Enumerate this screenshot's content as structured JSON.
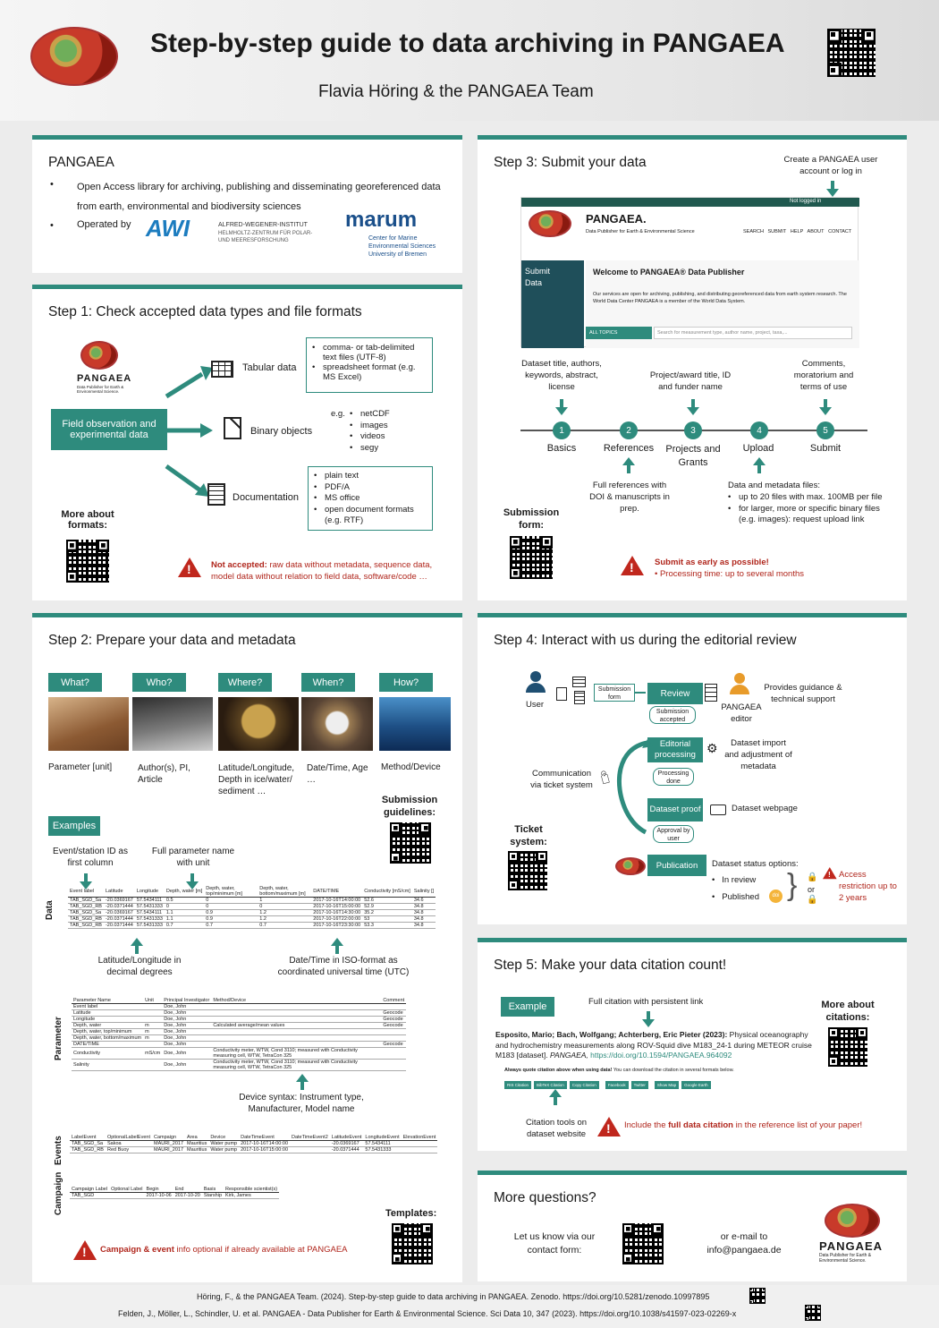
{
  "header": {
    "title": "Step-by-step guide to data archiving in PANGAEA",
    "authors": "Flavia Höring & the PANGAEA Team"
  },
  "pangaea": {
    "title": "PANGAEA",
    "bullet1": "Open Access library  for archiving, publishing and disseminating georeferenced data from earth, environmental and biodiversity sciences",
    "bullet2": "Operated by",
    "awi_name": "ALFRED-WEGENER-INSTITUT",
    "awi_sub1": "HELMHOLTZ-ZENTRUM FÜR POLAR-",
    "awi_sub2": "UND MEERESFORSCHUNG",
    "marum_name": "marum",
    "marum_sub1": "Center for Marine",
    "marum_sub2": "Environmental Sciences",
    "marum_sub3": "University of Bremen"
  },
  "step1": {
    "title": "Step 1: Check accepted data types and file formats",
    "logo_name": "PANGAEA",
    "logo_sub": "Data Publisher for Earth & Environmental Science.",
    "field_box": "Field observation and experimental data",
    "tabular": "Tabular data",
    "tabular_items": [
      "comma- or tab-delimited text files (UTF-8)",
      "spreadsheet format (e.g. MS Excel)"
    ],
    "binary": "Binary objects",
    "binary_eg": "e.g.",
    "binary_items": [
      "netCDF",
      "images",
      "videos",
      "segy"
    ],
    "documentation": "Documentation",
    "doc_items": [
      "plain text",
      "PDF/A",
      "MS office",
      "open document formats (e.g. RTF)"
    ],
    "more_formats": "More about formats:",
    "not_accepted_label": "Not accepted:",
    "not_accepted_text": " raw data without metadata, sequence data, model data without relation to field data, software/code …"
  },
  "step2": {
    "title": "Step 2: Prepare your data and metadata",
    "cats": [
      {
        "label": "What?",
        "desc": "Parameter [unit]"
      },
      {
        "label": "Who?",
        "desc": "Author(s), PI, Article"
      },
      {
        "label": "Where?",
        "desc": "Latitude/Longitude, Depth in ice/water/ sediment …"
      },
      {
        "label": "When?",
        "desc": "Date/Time, Age …"
      },
      {
        "label": "How?",
        "desc": "Method/Device"
      }
    ],
    "submission_guidelines": "Submission guidelines:",
    "examples": "Examples",
    "event_note": "Event/station ID as first column",
    "param_note": "Full parameter name with unit",
    "latlon_note": "Latitude/Longitude in decimal degrees",
    "datetime_note": "Date/Time in ISO-format as coordinated universal time (UTC)",
    "device_note": "Device syntax: Instrument type, Manufacturer, Model name",
    "label_data": "Data",
    "label_parameter": "Parameter",
    "label_events": "Events",
    "label_campaign": "Campaign",
    "templates": "Templates:",
    "campaign_warn_bold": "Campaign & event",
    "campaign_warn_text": " info optional if already available at PANGAEA",
    "data_table": {
      "headers": [
        "Event label",
        "Latitude",
        "Longitude",
        "Depth, water [m]",
        "Depth, water, top/minimum [m]",
        "Depth, water, bottom/maximum [m]",
        "DATE/TIME",
        "Conductivity [mS/cm]",
        "Salinity []"
      ],
      "rows": [
        [
          "TAB_SGD_Sa",
          "-20.0369167",
          "57.5434111",
          "0.5",
          "0",
          "1",
          "2017-10-16T14:00:00",
          "52.6",
          "34.6"
        ],
        [
          "TAB_SGD_RB",
          "-20.0371444",
          "57.5431333",
          "0",
          "0",
          "0",
          "2017-10-16T15:00:00",
          "52.9",
          "34.8"
        ],
        [
          "TAB_SGD_Sa",
          "-20.0369167",
          "57.5434111",
          "1.1",
          "0.9",
          "1.2",
          "2017-10-16T14:30:00",
          "35.2",
          "34.8"
        ],
        [
          "TAB_SGD_RB",
          "-20.0371444",
          "57.5431333",
          "1.1",
          "0.9",
          "1.2",
          "2017-10-16T22:00:00",
          "53",
          "34.8"
        ],
        [
          "TAB_SGD_RB",
          "-20.0371444",
          "57.5431333",
          "0.7",
          "0.7",
          "0.7",
          "2017-10-16T23:30:00",
          "53.3",
          "34.8"
        ]
      ]
    },
    "param_table": {
      "headers": [
        "Parameter Name",
        "Unit",
        "Principal Investigator",
        "Method/Device",
        "Comment"
      ],
      "rows": [
        [
          "Event label",
          "",
          "Doe, John",
          "",
          ""
        ],
        [
          "Latitude",
          "",
          "Doe, John",
          "",
          "Geocode"
        ],
        [
          "Longitude",
          "",
          "Doe, John",
          "",
          "Geocode"
        ],
        [
          "Depth, water",
          "m",
          "Doe, John",
          "Calculated average/mean values",
          "Geocode"
        ],
        [
          "Depth, water, top/minimum",
          "m",
          "Doe, John",
          "",
          ""
        ],
        [
          "Depth, water, bottom/maximum",
          "m",
          "Doe, John",
          "",
          ""
        ],
        [
          "DATE/TIME",
          "",
          "Doe, John",
          "",
          "Geocode"
        ],
        [
          "Conductivity",
          "mS/cm",
          "Doe, John",
          "Conductivity meter, WTW, Cond 3110; measured with Conductivity measuring cell, WTW, TetraCon 325",
          ""
        ],
        [
          "Salinity",
          "",
          "Doe, John",
          "Conductivity meter, WTW, Cond 3110; measured with Conductivity measuring cell, WTW, TetraCon 325",
          ""
        ]
      ]
    },
    "events_table": {
      "headers": [
        "LabelEvent",
        "OptionalLabelEvent",
        "Campaign",
        "Area",
        "Device",
        "DateTimeEvent",
        "DateTimeEvent2",
        "LatitudeEvent",
        "LongitudeEvent",
        "ElevationEvent"
      ],
      "rows": [
        [
          "TAB_SGD_Sa",
          "Sakoa",
          "MAURI_2017",
          "Mauritius",
          "Water pump",
          "2017-10-16T14:00:00",
          "",
          "-20.0369167",
          "57.5434111",
          ""
        ],
        [
          "TAB_SGD_RB",
          "Red Buoy",
          "MAURI_2017",
          "Mauritius",
          "Water pump",
          "2017-10-16T15:00:00",
          "",
          "-20.0371444",
          "57.5431333",
          ""
        ]
      ]
    },
    "campaign_table": {
      "headers": [
        "Campaign Label",
        "Optional Label",
        "Begin",
        "End",
        "Basis",
        "Responsible scientist(s)"
      ],
      "rows": [
        [
          "TAB_SGD",
          "",
          "2017-10-06",
          "2017-10-20",
          "Starship",
          "Kirk, James"
        ]
      ]
    }
  },
  "step3": {
    "title": "Step 3: Submit your data",
    "create_account": "Create a PANGAEA user account or log in",
    "web_not_logged": "Not logged in",
    "web_brand": "PANGAEA.",
    "web_brand_sub": "Data Publisher for Earth & Environmental Science",
    "web_nav": [
      "SEARCH",
      "SUBMIT",
      "HELP",
      "ABOUT",
      "CONTACT"
    ],
    "web_submit": "Submit Data",
    "web_welcome": "Welcome to PANGAEA® Data Publisher",
    "web_text": "Our services are open for archiving, publishing, and distributing georeferenced data from earth system research. The World Data Center PANGAEA is a member of the World Data System.",
    "web_topics": "ALL TOPICS",
    "web_search_ph": "Search for measurement type, author name, project, taxa,...",
    "above_labels": [
      "Dataset title, authors, keywords, abstract, license",
      "Project/award title, ID and funder name",
      "Comments, moratorium and terms of use"
    ],
    "steps": [
      {
        "num": "1",
        "label": "Basics"
      },
      {
        "num": "2",
        "label": "References"
      },
      {
        "num": "3",
        "label": "Projects and Grants"
      },
      {
        "num": "4",
        "label": "Upload"
      },
      {
        "num": "5",
        "label": "Submit"
      }
    ],
    "refs_note": "Full references with DOI & manuscripts in prep.",
    "upload_note_title": "Data and metadata files:",
    "upload_notes": [
      "up to 20 files with max. 100MB per file",
      "for larger, more or specific binary files (e.g. images): request upload link"
    ],
    "submission_form": "Submission form:",
    "early_bold": "Submit as early as possible!",
    "processing": "Processing time: up to several months"
  },
  "step4": {
    "title": "Step 4: Interact with us during the editorial review",
    "user": "User",
    "submission_form": "Submission form",
    "review": "Review",
    "submission_accepted": "Submission accepted",
    "editor": "PANGAEA editor",
    "guidance": "Provides guidance & technical support",
    "editorial": "Editorial processing",
    "dataset_import": "Dataset import and adjustment of metadata",
    "communication": "Communication via ticket system",
    "processing_done": "Processing done",
    "dataset_proof": "Dataset proof",
    "dataset_webpage": "Dataset webpage",
    "approval": "Approval by user",
    "ticket_system": "Ticket system:",
    "publication": "Publication",
    "status_title": "Dataset status options:",
    "in_review": "In review",
    "published": "Published",
    "or": "or",
    "access_restriction": "Access restriction up to 2 years"
  },
  "step5": {
    "title": "Step 5: Make your data citation count!",
    "example": "Example",
    "full_citation": "Full citation with persistent link",
    "more_citations": "More about citations:",
    "citation_authors": "Esposito, Mario; Bach, Wolfgang; Achterberg, Eric Pieter (2023):",
    "citation_body": " Physical oceanography and hydrochemistry measurements along ROV-Squid dive M183_24-1 during METEOR cruise M183 [dataset]. ",
    "citation_journal": "PANGAEA,",
    "citation_doi": "https://doi.org/10.1594/PANGAEA.964092",
    "quote_note_bold": "Always quote citation above when using data!",
    "quote_note": " You can download the citation in several formats below.",
    "tool_buttons": [
      "RIS Citation",
      "BibTeX Citation",
      "Copy Citation",
      "Facebook",
      "Twitter",
      "Show Map",
      "Google Earth"
    ],
    "tools_note": "Citation tools on dataset website",
    "include_pre": "Include the ",
    "include_bold": "full data citation",
    "include_post": " in the reference list of your paper!"
  },
  "questions": {
    "title": "More questions?",
    "contact": "Let us know via our contact form:",
    "email": "or e-mail to info@pangaea.de",
    "logo_name": "PANGAEA",
    "logo_sub": "Data Publisher for Earth & Environmental Science."
  },
  "footer": {
    "ref1": "Höring, F., & the PANGAEA Team. (2024). Step-by-step guide to data archiving in PANGAEA. Zenodo. https://doi.org/10.5281/zenodo.10997895",
    "ref2": "Felden, J., Möller, L., Schindler, U. et al. PANGAEA - Data Publisher for Earth & Environmental Science. Sci Data 10, 347 (2023). https://doi.org/10.1038/s41597-023-02269-x"
  },
  "colors": {
    "accent": "#2e8b7d",
    "warning": "#b0261c",
    "background": "#ececec"
  }
}
